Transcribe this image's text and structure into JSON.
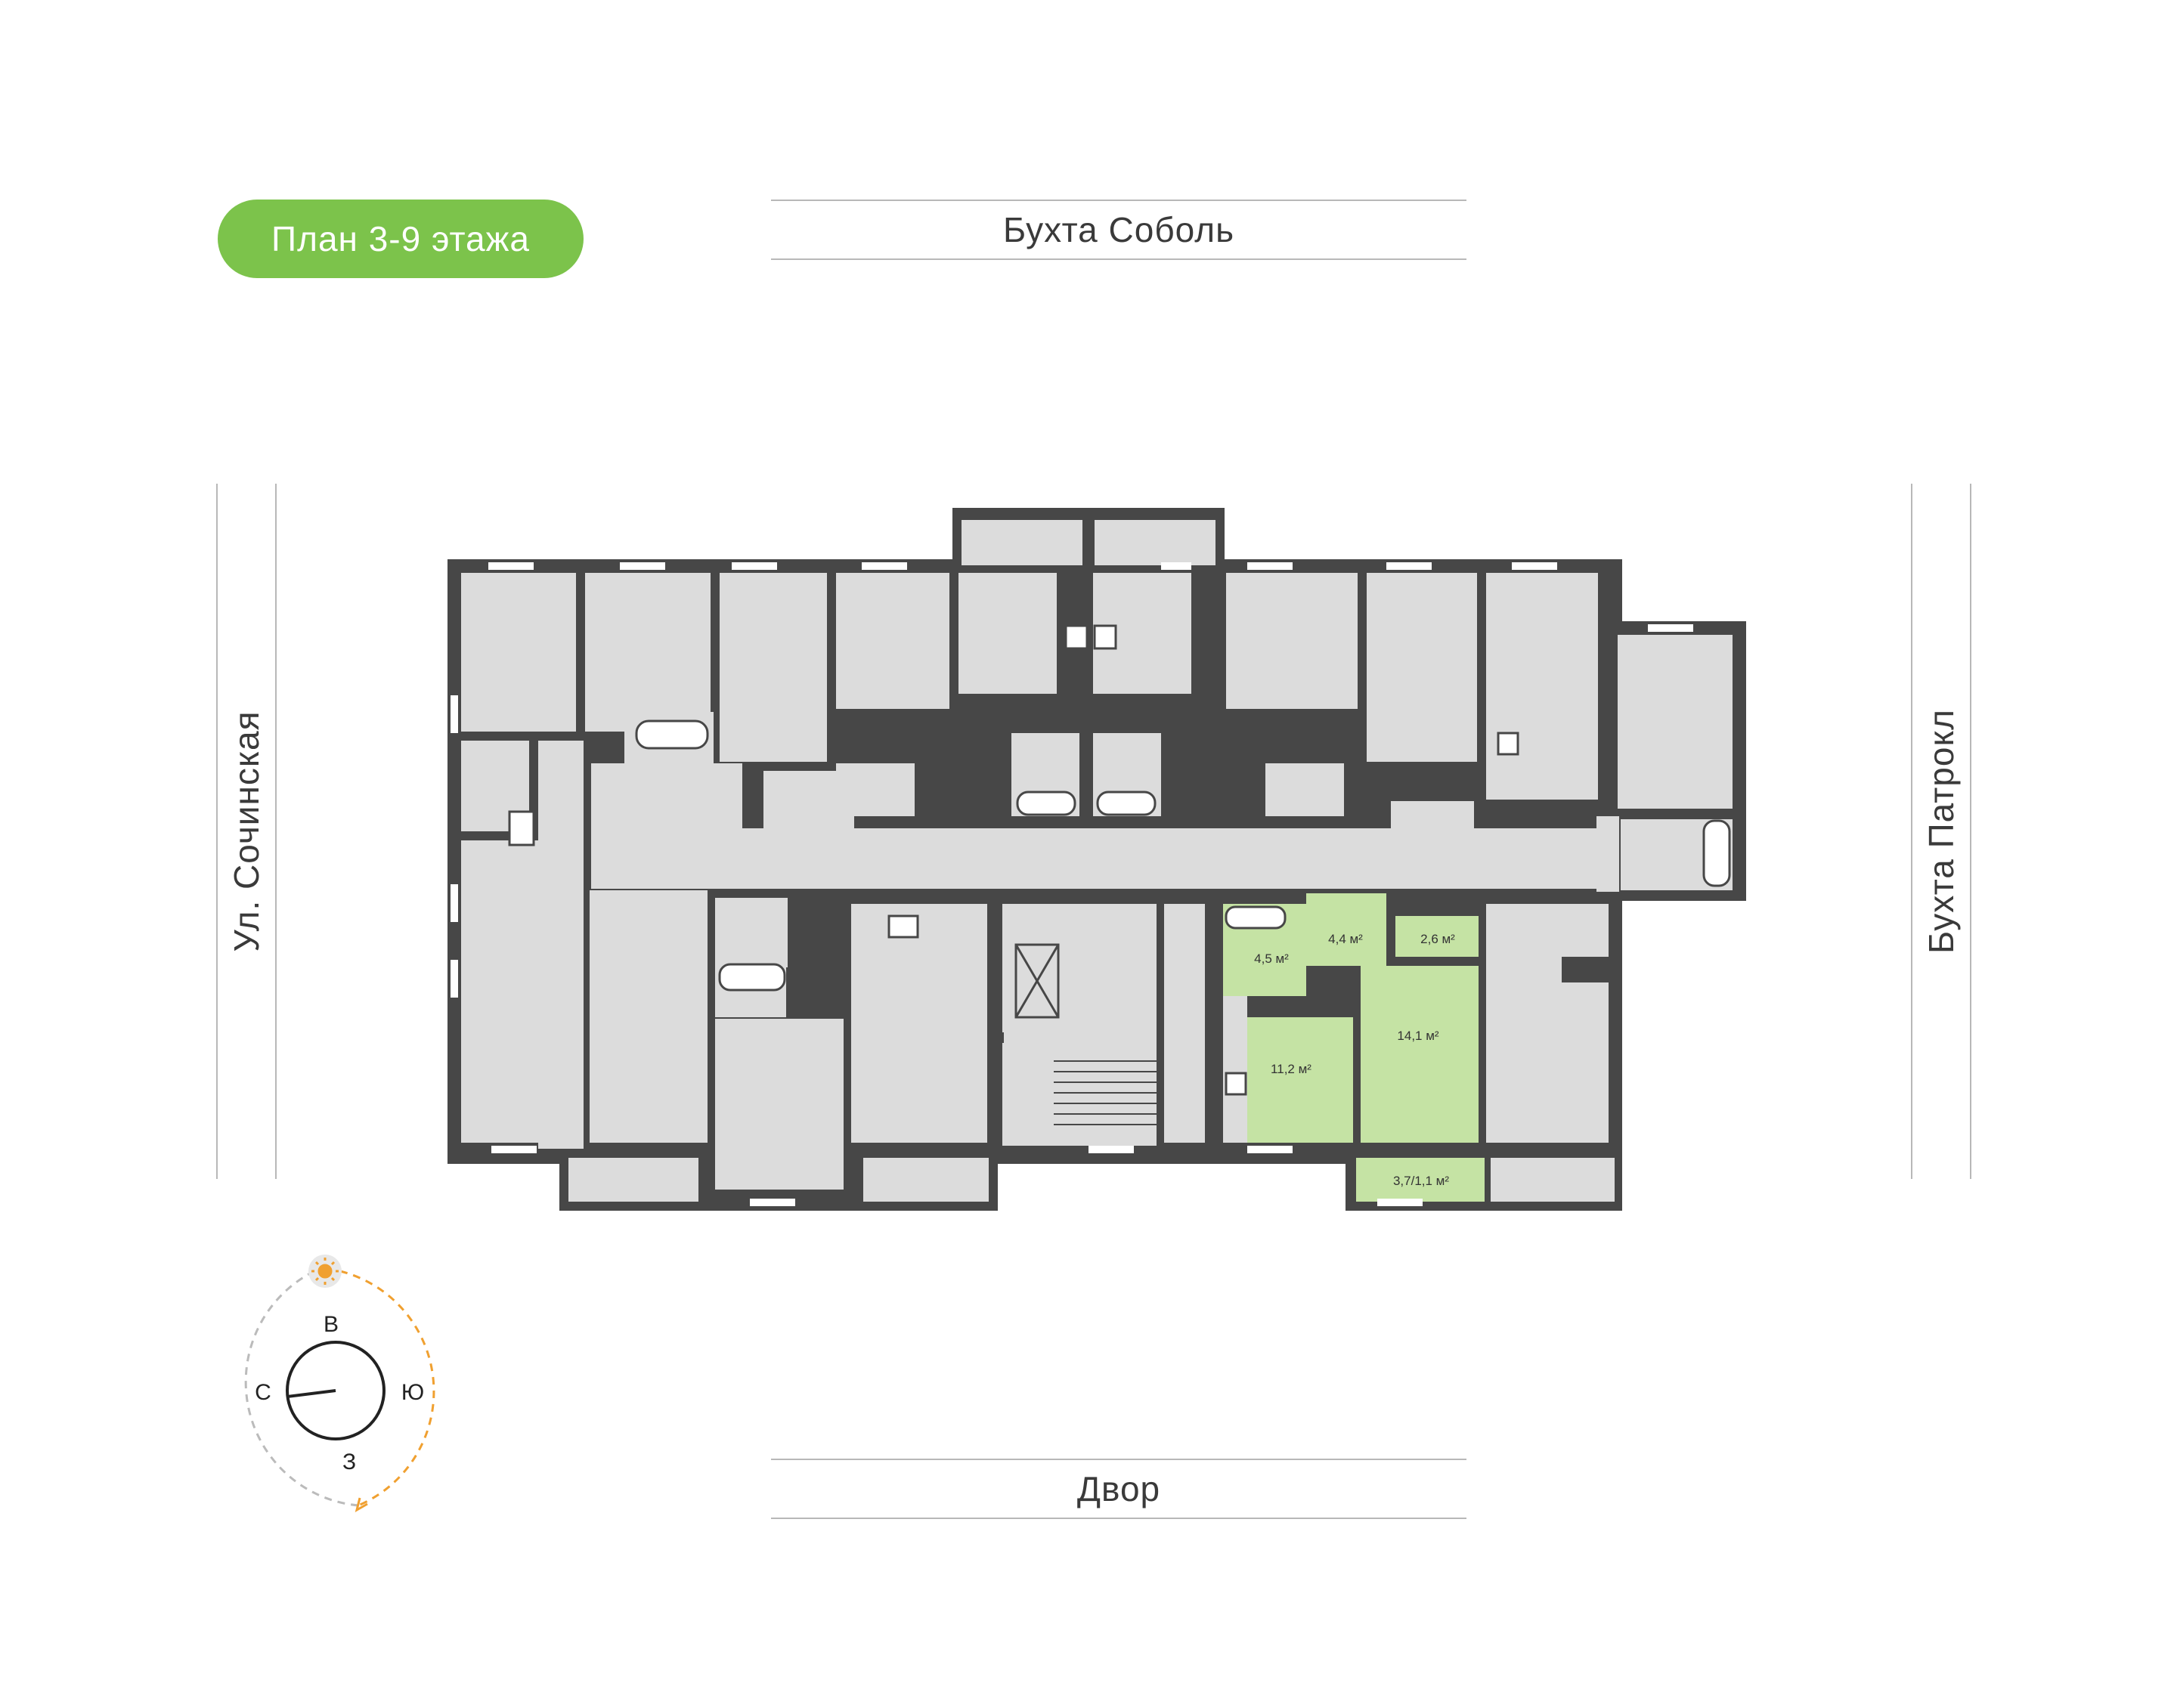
{
  "title": "План 3-9 этажа",
  "streets": {
    "top": "Бухта Соболь",
    "left": "Ул. Сочинская",
    "right": "Бухта Патрокл",
    "bottom": "Двор"
  },
  "apartment_areas": {
    "bath": "4,5 м²",
    "hall": "4,4 м²",
    "storage": "2,6 м²",
    "kitchen": "11,2 м²",
    "room": "14,1 м²",
    "balcony": "3,7/1,1 м²"
  },
  "compass": {
    "north": "С",
    "east": "В",
    "south": "Ю",
    "west": "З",
    "sun_icon": "sun-icon"
  },
  "colors": {
    "accent": "#7cc34b",
    "highlight": "#c5e3a4",
    "room": "#dcdcdc",
    "wall": "#474747",
    "sun": "#f0a030"
  }
}
